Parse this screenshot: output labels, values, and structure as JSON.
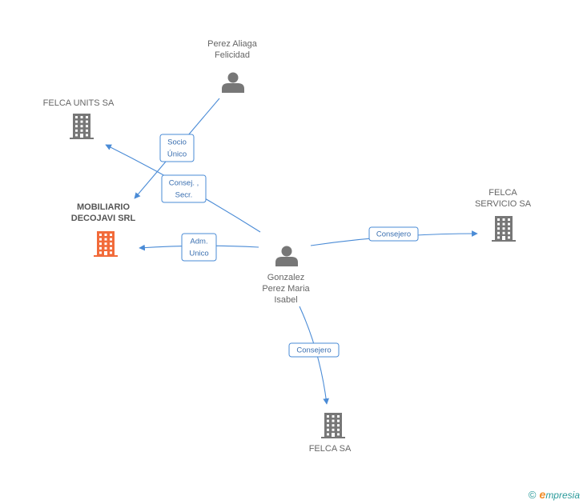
{
  "colors": {
    "edge": "#4a8bd6",
    "company": "#777777",
    "company_main": "#f26b3a",
    "person": "#777777"
  },
  "nodes": [
    {
      "id": "perez_aliaga",
      "type": "person",
      "lines": [
        "Perez Aliaga",
        "Felicidad"
      ]
    },
    {
      "id": "felca_units",
      "type": "company",
      "lines": [
        "FELCA UNITS SA"
      ]
    },
    {
      "id": "mobiliario",
      "type": "company_main",
      "lines": [
        "MOBILIARIO",
        "DECOJAVI SRL"
      ]
    },
    {
      "id": "gonzalez",
      "type": "person",
      "lines": [
        "Gonzalez",
        "Perez Maria",
        "Isabel"
      ]
    },
    {
      "id": "felca_servicio",
      "type": "company",
      "lines": [
        "FELCA",
        "SERVICIO SA"
      ]
    },
    {
      "id": "felca_sa",
      "type": "company",
      "lines": [
        "FELCA SA"
      ]
    }
  ],
  "edges": [
    {
      "from": "perez_aliaga",
      "to": "mobiliario",
      "label": [
        "Socio",
        "Único"
      ]
    },
    {
      "from": "gonzalez",
      "to": "felca_units",
      "label": [
        "Consej. ,",
        "Secr."
      ]
    },
    {
      "from": "gonzalez",
      "to": "mobiliario",
      "label": [
        "Adm.",
        "Unico"
      ]
    },
    {
      "from": "gonzalez",
      "to": "felca_servicio",
      "label": [
        "Consejero"
      ]
    },
    {
      "from": "gonzalez",
      "to": "felca_sa",
      "label": [
        "Consejero"
      ]
    }
  ],
  "brand": {
    "copyright": "©",
    "initial": "e",
    "name": "mpresia"
  }
}
